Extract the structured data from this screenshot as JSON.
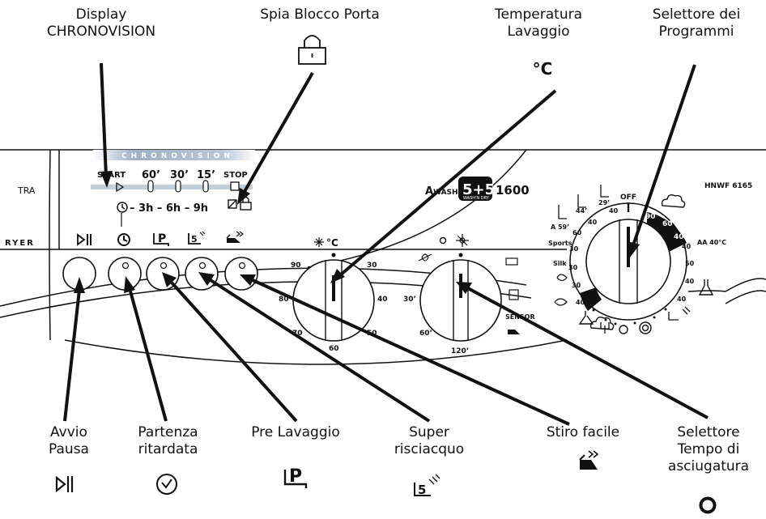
{
  "callouts": {
    "display_chronovision": [
      "Display",
      "CHRONOVISION"
    ],
    "spia_blocco_porta": [
      "Spia Blocco Porta"
    ],
    "temperatura_lavaggio": [
      "Temperatura",
      "Lavaggio"
    ],
    "selettore_programmi": [
      "Selettore dei",
      "Programmi"
    ],
    "avvio_pausa": [
      "Avvio",
      "Pausa"
    ],
    "partenza_ritardata": [
      "Partenza",
      "ritardata"
    ],
    "pre_lavaggio": [
      "Pre Lavaggio"
    ],
    "super_risciacquo": [
      "Super",
      "risciacquo"
    ],
    "stiro_facile": [
      "Stiro facile"
    ],
    "selettore_asciugatura": [
      "Selettore",
      "Tempo di",
      "asciugatura"
    ]
  },
  "symbols": {
    "celsius": "°C"
  },
  "panel": {
    "edge_left_1": "TRA",
    "edge_left_2": "RYER",
    "chronovision_brand": "CHRONOVISION",
    "timer_labels": [
      "START",
      "60’",
      "30’",
      "15’",
      "STOP"
    ],
    "delay_labels": "– 3h – 6h – 9h",
    "model": "HNWF 6165",
    "brand_prefix": "A",
    "brand_wash": "WASH",
    "brand_badge": "5+5",
    "brand_badge_sub": "WASH'N DRY",
    "brand_rpm": "1600",
    "temp_dial_label": "°C",
    "temp_scale": [
      "90",
      "80",
      "70",
      "60",
      "50",
      "40",
      "30"
    ],
    "dry_scale": [
      "30’",
      "60’",
      "120’",
      "SENSOR"
    ],
    "prog_off": "OFF",
    "prog_labels": [
      "Sports",
      "Silk",
      "A 59’",
      "44’",
      "29’",
      "AA 40°C",
      "90",
      "60",
      "40",
      "60",
      "40",
      "50",
      "40",
      "40",
      "40",
      "30",
      "30",
      "30",
      "40",
      "40"
    ]
  },
  "colors": {
    "ink": "#111111",
    "chrono_band": "#b8c4d4"
  }
}
